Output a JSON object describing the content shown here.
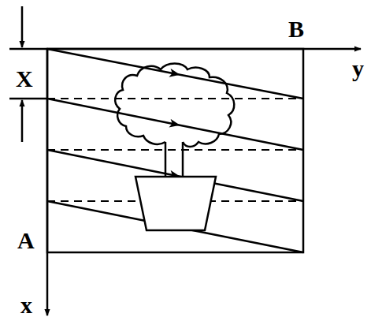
{
  "diagram": {
    "labels": [
      "X",
      "B",
      "y",
      "A",
      "x"
    ]
  }
}
